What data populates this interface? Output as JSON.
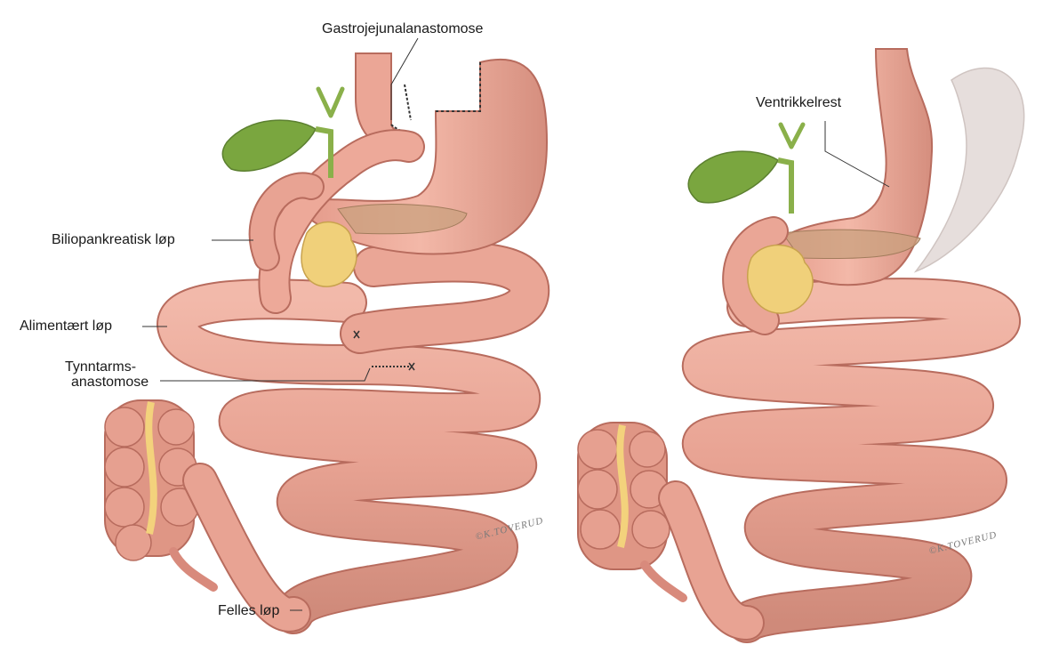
{
  "labels": {
    "gastrojejunal": "Gastrojejunalanastomose",
    "biliopancreatic": "Biliopankreatisk løp",
    "alimentary": "Alimentært løp",
    "small_bowel_1": "Tynntarms-",
    "small_bowel_2": "anastomose",
    "common_channel": "Felles løp",
    "stomach_remnant": "Ventrikkelrest"
  },
  "signature": "©K.TOVERUD",
  "colors": {
    "intestine": "#e8a393",
    "intestine_edge": "#b86c5e",
    "stomach": "#eba696",
    "gallbladder": "#7aa63f",
    "pancreas": "#f0d07a",
    "pancreas_band": "#c9a07e",
    "colon": "#df9685",
    "removed_stomach": "#e6dedc",
    "leader_line": "#333333"
  }
}
